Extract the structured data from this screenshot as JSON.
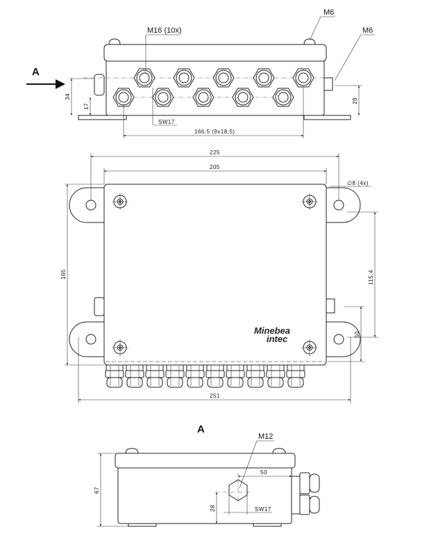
{
  "drawing": {
    "view_a_arrow_label": "A",
    "view_a_title": "A",
    "brand_logo": {
      "line1": "Minebea",
      "line2": "intec"
    },
    "front_view": {
      "gland_label": "M16 (10x)",
      "top_bolt_label": "M6",
      "side_bolt_label": "M6",
      "dim_34": "34",
      "dim_17": "17",
      "dim_28": "28",
      "wrench_label": "SW17",
      "dim_pitch": "166.5 (9x18,5)"
    },
    "top_view": {
      "dim_225": "225",
      "dim_205": "205",
      "hole_label": "∅8 (4x)",
      "dim_165": "165",
      "dim_115_4": "115,4",
      "dim_50": "50",
      "dim_251": "251"
    },
    "side_view": {
      "nut_label": "M12",
      "dim_50": "50",
      "dim_67": "67",
      "dim_28": "28",
      "wrench_label": "SW17"
    }
  }
}
